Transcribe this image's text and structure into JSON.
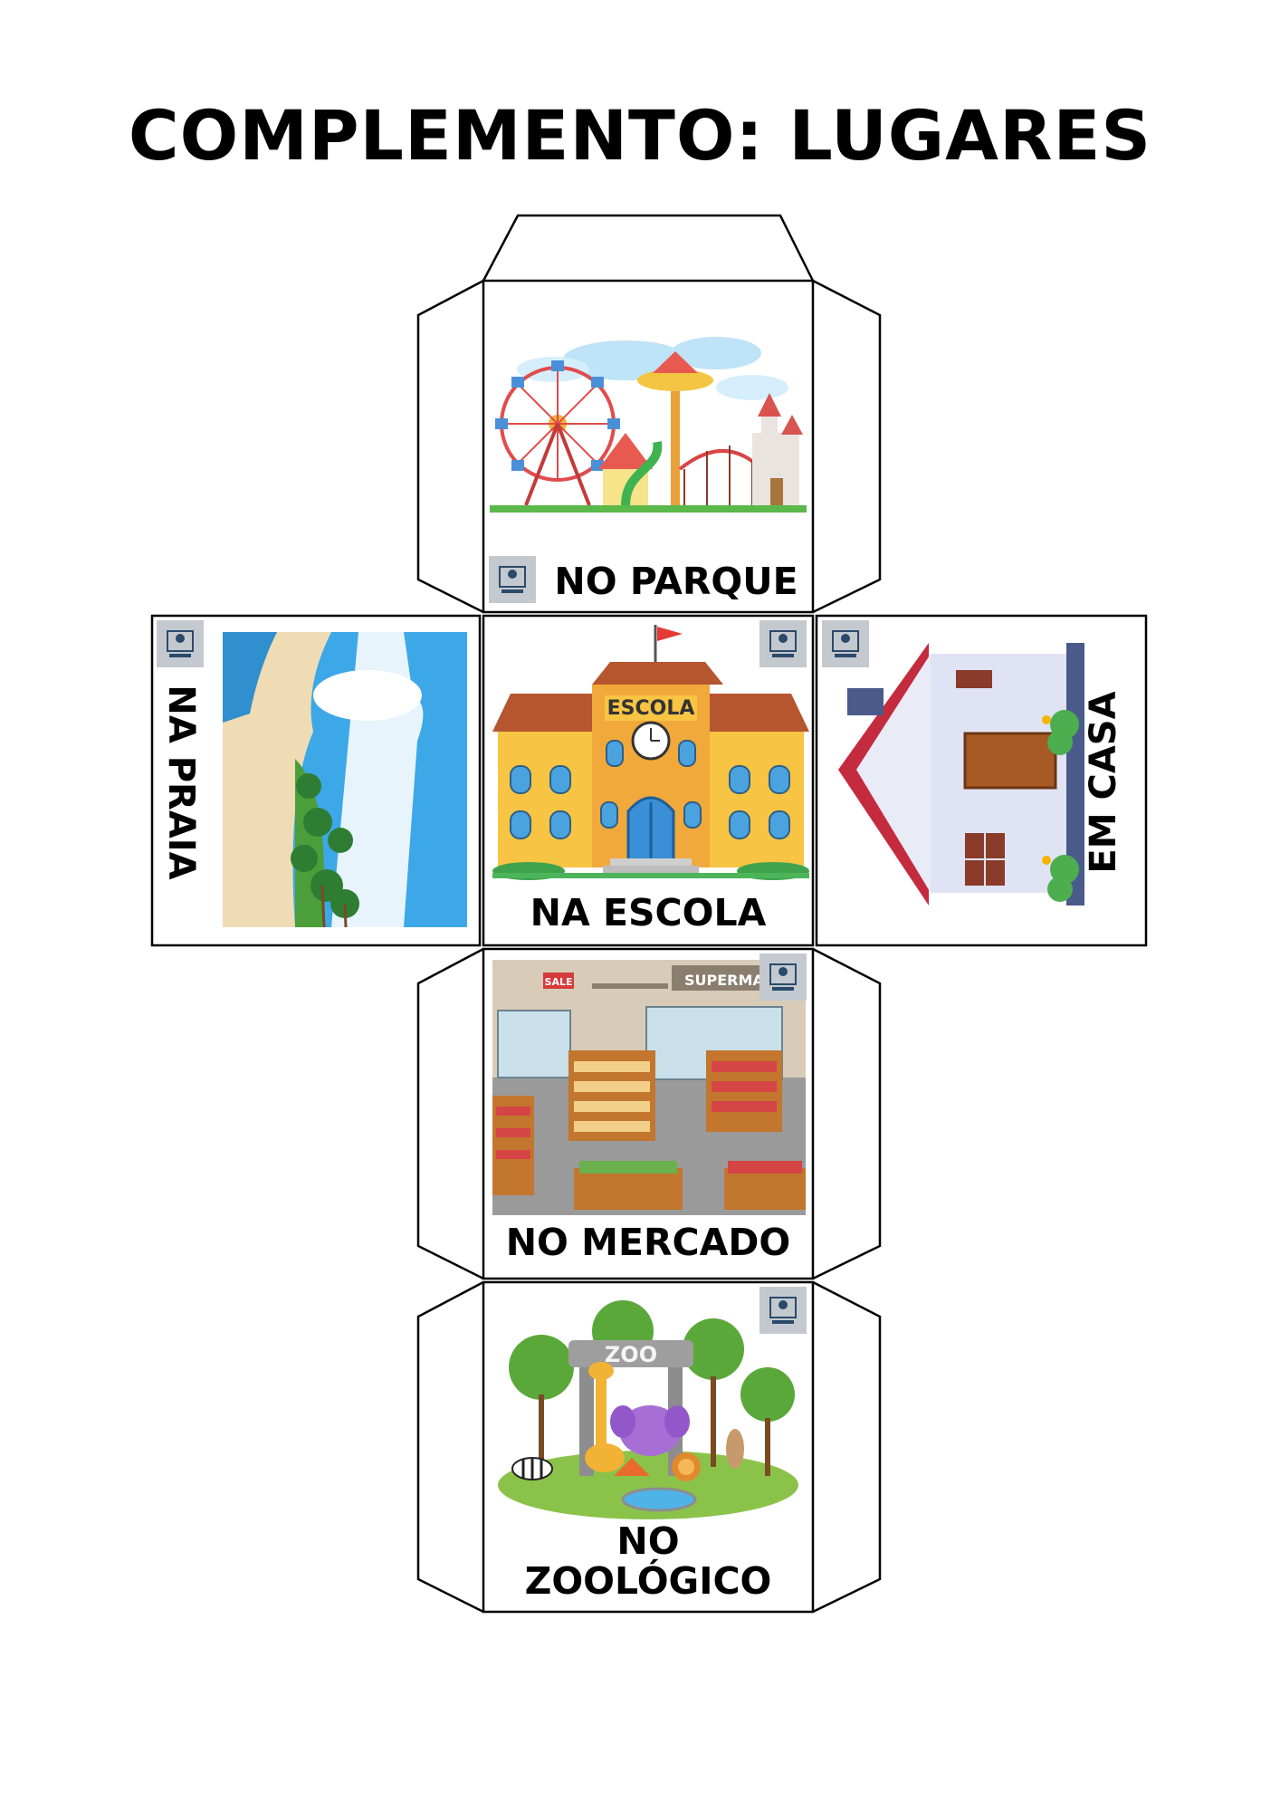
{
  "title": "COMPLEMENTO: LUGARES",
  "faces": {
    "parque": {
      "label": "NO PARQUE",
      "icon": "amusement-park-icon"
    },
    "praia": {
      "label": "NA PRAIA",
      "icon": "beach-icon"
    },
    "escola": {
      "label": "NA ESCOLA",
      "icon": "school-building-icon",
      "sign": "ESCOLA"
    },
    "casa": {
      "label": "EM CASA",
      "icon": "house-icon"
    },
    "mercado": {
      "label": "NO MERCADO",
      "icon": "supermarket-icon",
      "sale": "SALE",
      "sign": "SUPERMARK"
    },
    "zoo": {
      "label_line1": "NO",
      "label_line2": "ZOOLÓGICO",
      "icon": "zoo-icon",
      "sign": "ZOO"
    }
  },
  "colors": {
    "outline": "#000000",
    "logo_bg": "#c4c9cf",
    "school_wall": "#f7c443",
    "school_roof": "#b5562f",
    "sea": "#3da8e8",
    "sand": "#f0dcb4"
  }
}
